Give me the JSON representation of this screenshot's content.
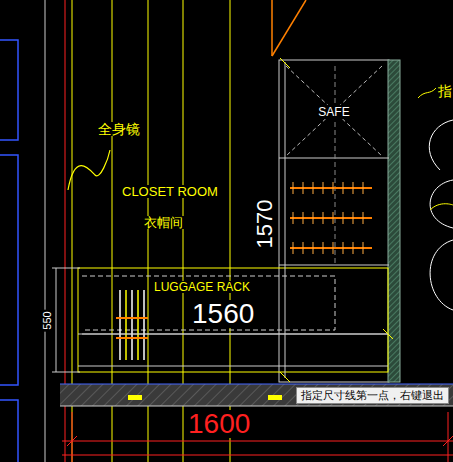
{
  "diagram": {
    "nodes": [
      {
        "text": [
          "SAFE"
        ]
      },
      {
        "text": [
          "指定尺寸线第一点，右键退出"
        ]
      }
    ],
    "labels": [
      "全身镜",
      "CLOSET ROOM",
      "衣帽间",
      "1570",
      "LUGGAGE RACK",
      "1560",
      "550",
      "1600",
      "指"
    ]
  }
}
